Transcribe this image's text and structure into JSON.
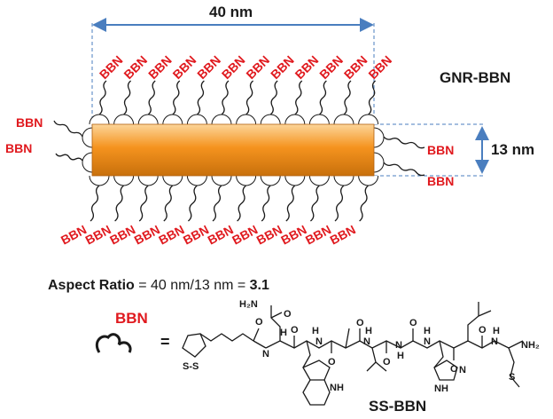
{
  "diagram": {
    "conjugate_title": "GNR-BBN",
    "peptide_label": "BBN",
    "length_label": "40 nm",
    "width_label": "13 nm",
    "equals": "=",
    "molecule_name": "SS-BBN",
    "aspect_ratio": {
      "term": "Aspect Ratio",
      "equation": " = 40 nm/13 nm = ",
      "value": "3.1"
    },
    "chem": {
      "h2n": "H₂N",
      "o": "O",
      "nh": "NH",
      "nh2": "NH₂",
      "h": "H",
      "n": "N",
      "ss": "S-S",
      "s": "S"
    },
    "colors": {
      "rod_top": "#fcd59a",
      "rod_mid": "#f5931e",
      "rod_bottom": "#c8700c",
      "label_red": "#e0191e",
      "dimension_blue": "#4a7ebf"
    }
  }
}
